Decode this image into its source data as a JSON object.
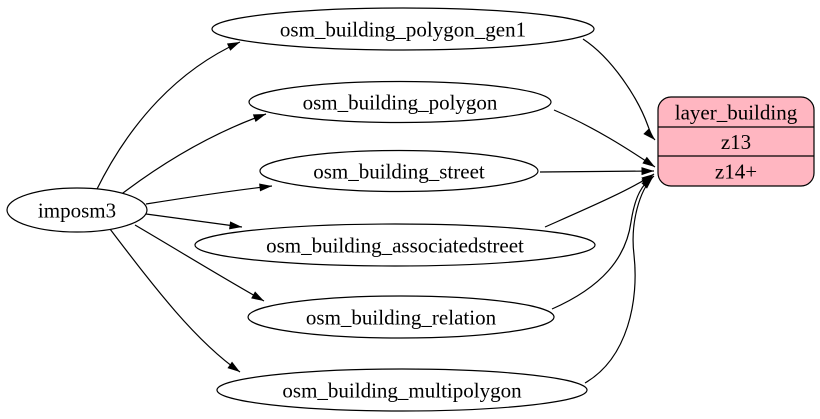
{
  "diagram": {
    "type": "flow-diagram",
    "background_color": "#ffffff",
    "edge_color": "#000000",
    "node_fill": "#ffffff",
    "node_stroke": "#000000",
    "source": {
      "label": "imposm3"
    },
    "tables": [
      {
        "label": "osm_building_polygon_gen1",
        "feeds_row": "z13"
      },
      {
        "label": "osm_building_polygon",
        "feeds_row": "z14+"
      },
      {
        "label": "osm_building_street",
        "feeds_row": "z14+"
      },
      {
        "label": "osm_building_associatedstreet",
        "feeds_row": "z14+"
      },
      {
        "label": "osm_building_relation",
        "feeds_row": "z14+"
      },
      {
        "label": "osm_building_multipolygon",
        "feeds_row": "z14+"
      }
    ],
    "layer": {
      "title": "layer_building",
      "rows": [
        "z13",
        "z14+"
      ],
      "fill": "#ffb6c1",
      "stroke": "#000000"
    },
    "edges": [
      {
        "from": "imposm3",
        "to": "osm_building_polygon_gen1"
      },
      {
        "from": "imposm3",
        "to": "osm_building_polygon"
      },
      {
        "from": "imposm3",
        "to": "osm_building_street"
      },
      {
        "from": "imposm3",
        "to": "osm_building_associatedstreet"
      },
      {
        "from": "imposm3",
        "to": "osm_building_relation"
      },
      {
        "from": "imposm3",
        "to": "osm_building_multipolygon"
      },
      {
        "from": "osm_building_polygon_gen1",
        "to": "layer_building:z13"
      },
      {
        "from": "osm_building_polygon",
        "to": "layer_building:z14+"
      },
      {
        "from": "osm_building_street",
        "to": "layer_building:z14+"
      },
      {
        "from": "osm_building_associatedstreet",
        "to": "layer_building:z14+"
      },
      {
        "from": "osm_building_relation",
        "to": "layer_building:z14+"
      },
      {
        "from": "osm_building_multipolygon",
        "to": "layer_building:z14+"
      }
    ]
  }
}
